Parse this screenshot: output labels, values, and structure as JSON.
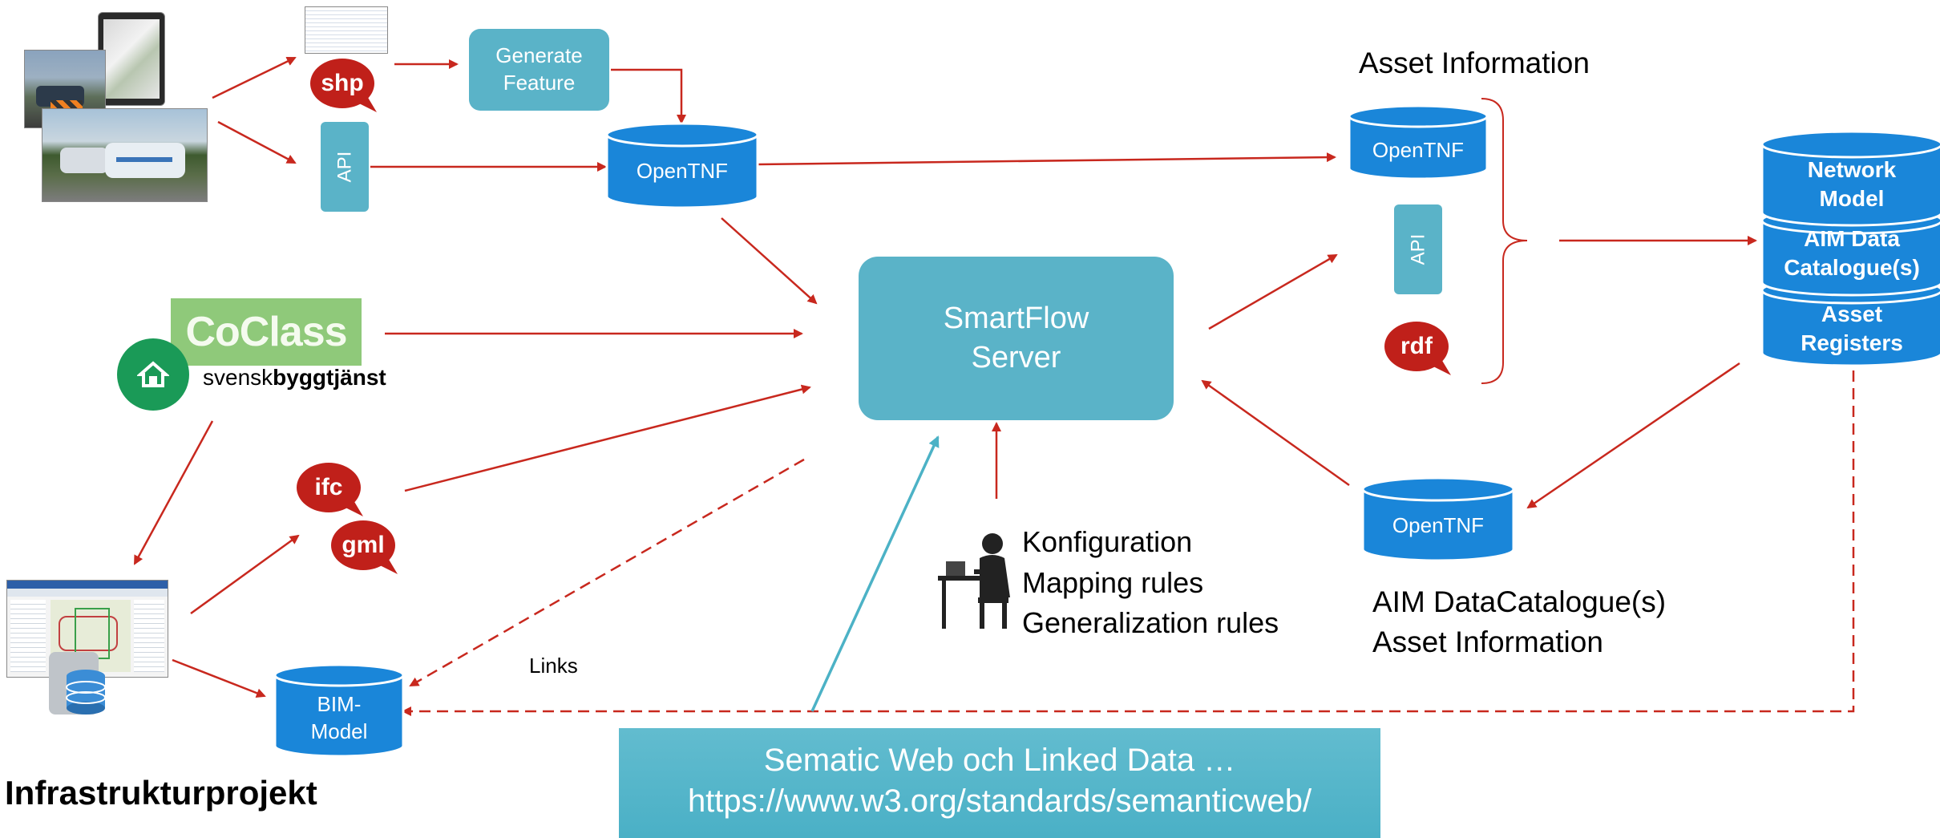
{
  "colors": {
    "teal": "#5ab3c8",
    "cylinder_blue": "#1a86d9",
    "arrow_red": "#c8281e",
    "badge_red": "#c0201a",
    "coclass_green": "#8fc97a",
    "byggtjanst_green": "#1a9a57",
    "link_teal": "#4cb2c6"
  },
  "sources": {
    "shp": "shp",
    "api_left": "API",
    "generate_feature": "Generate\nFeature",
    "coclass_logo": "CoClass",
    "byggtjanst_svensk": "svensk",
    "byggtjanst_name": "byggtjänst",
    "ifc": "ifc",
    "gml": "gml",
    "bim_model": "BIM-\nModel",
    "infra_title": "Infrastrukturprojekt"
  },
  "opentnf_top": "OpenTNF",
  "server": "SmartFlow\nServer",
  "links_label": "Links",
  "user": {
    "lines": [
      "Konfiguration",
      "Mapping rules",
      "Generalization rules"
    ]
  },
  "asset_info": {
    "title": "Asset Information",
    "opentnf": "OpenTNF",
    "api": "API",
    "rdf": "rdf"
  },
  "registry": {
    "network_model": "Network\nModel",
    "aim_data": "AIM Data\nCatalogue(s)",
    "asset_registers": "Asset\nRegisters"
  },
  "aim_bottom": {
    "opentnf": "OpenTNF",
    "line1": "AIM DataCatalogue(s)",
    "line2": "Asset Information"
  },
  "semantic": {
    "line1": "Sematic Web och Linked Data …",
    "line2": "https://www.w3.org/standards/semanticweb/"
  }
}
